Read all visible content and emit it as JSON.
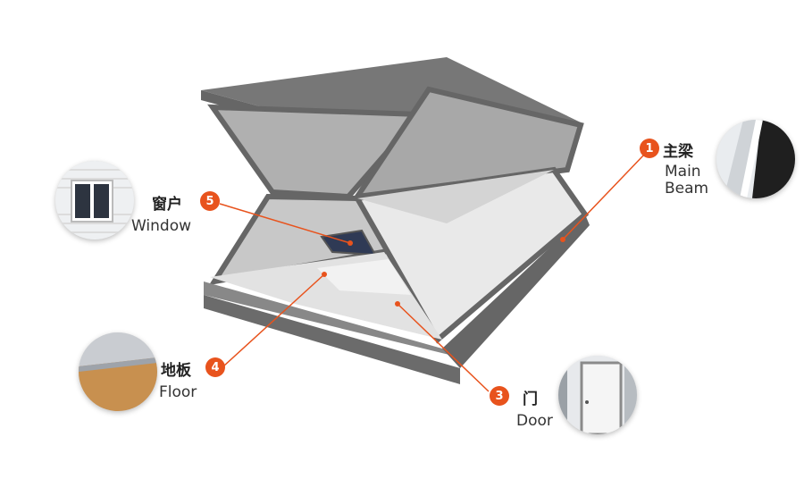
{
  "callouts": [
    {
      "id": "main-beam",
      "number": "1",
      "label_zh": "主梁",
      "label_en_line1": "Main",
      "label_en_line2": "Beam"
    },
    {
      "id": "door",
      "number": "3",
      "label_zh": "门",
      "label_en": "Door"
    },
    {
      "id": "floor",
      "number": "4",
      "label_zh": "地板",
      "label_en": "Floor"
    },
    {
      "id": "window",
      "number": "5",
      "label_zh": "窗户",
      "label_en": "Window"
    }
  ],
  "colors": {
    "accent": "#e8531d",
    "frame": "#6b6b6b",
    "frame_dark": "#555555",
    "panel": "#a9a9a9",
    "panel_light": "#d9d9d9",
    "panel_bright": "#eeeeee"
  },
  "icons": [
    "main-beam-photo",
    "door-photo",
    "floor-photo",
    "window-photo"
  ]
}
